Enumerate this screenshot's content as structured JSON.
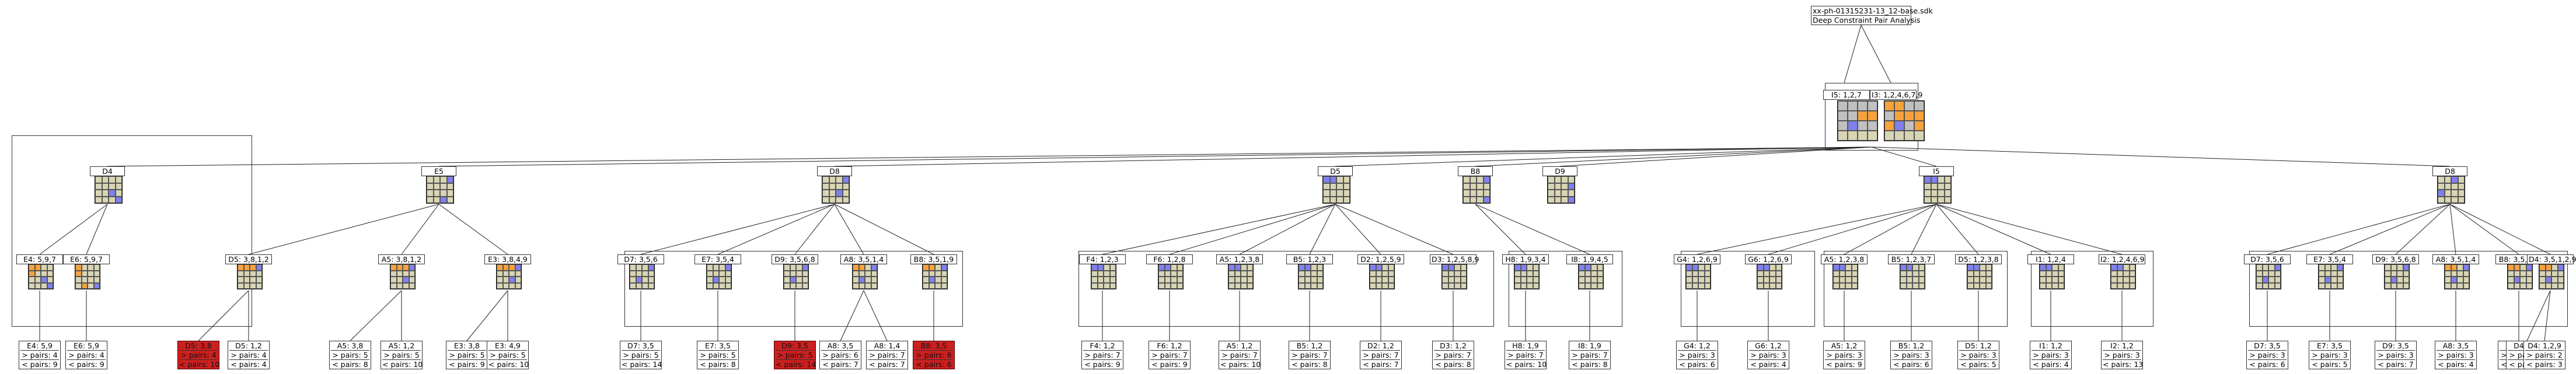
{
  "title_box": {
    "lines": [
      "xx-ph-01315231-13_12-base.sdk",
      "Deep Constraint Pair Analysis"
    ]
  },
  "colors": {
    "blue": "#8080ee",
    "orange": "#f7a23c",
    "red": "#cc1f1f",
    "grey": "#c0c0c0",
    "base": "#d8d5b4"
  },
  "root": [
    {
      "label": "I5: 1,2,7",
      "cells": "ggg.ggg.oog.bgg",
      "nums": ""
    },
    {
      "label": "I3: 1,2,4,6,7,9",
      "cells": "oog.ggo.ooo.bgo",
      "nums": ""
    }
  ],
  "level1": [
    {
      "label": "D4",
      "cells": "....|....|..b.|...b",
      "nums": ""
    },
    {
      "label": "E5",
      "cells": "...b|....|....|..b.",
      "nums": "......3.......8."
    },
    {
      "label": "D8",
      "cells": "...b|....|..b.|....",
      "nums": "...2..............."
    },
    {
      "label": "D5",
      "cells": "bb..|....|....|....",
      "nums": "12.............."
    },
    {
      "label": "B8",
      "cells": "...b|....|....|...b",
      "nums": ""
    },
    {
      "label": "D9",
      "cells": "....|...b|....|...b",
      "nums": ""
    },
    {
      "label": "I5",
      "cells": "bb..|....|....|....",
      "nums": "12.............."
    },
    {
      "label": "D8",
      "cells": "..b.|....|b...|....",
      "nums": ""
    }
  ],
  "level2": [
    {
      "label": "E4: 5,9,7",
      "cells": "oo..|o...|..b.|...b",
      "nums": ""
    },
    {
      "label": "E6: 5,9,7",
      "cells": "o...|o...|....|.o.b",
      "nums": ""
    },
    {
      "label": "D5: 3,8,1,2",
      "cells": "ooob|....|....|....",
      "nums": ""
    },
    {
      "label": "A5: 3,8,1,2",
      "cells": "ooob|....|..b.|....",
      "nums": ""
    },
    {
      "label": "E3: 3,8,4,9",
      "cells": "ooob|....|..b.|....",
      "nums": ""
    },
    {
      "label": "D7: 3,5,6",
      "cells": "...b|....|.b..|....",
      "nums": ""
    },
    {
      "label": "E7: 3,5,4",
      "cells": "...b|....|.b..|....",
      "nums": ""
    },
    {
      "label": "D9: 3,5,6,8",
      "cells": "...b|....|.b..|....",
      "nums": ""
    },
    {
      "label": "A8: 3,5,1,4",
      "cells": "oo.b|....|.b..|....",
      "nums": ""
    },
    {
      "label": "B8: 3,5,1,9",
      "cells": "oo.b|....|.b..|....",
      "nums": ""
    },
    {
      "label": "F4: 1,2,3",
      "cells": "bb..|....|....|....",
      "nums": ""
    },
    {
      "label": "F6: 1,2,8",
      "cells": "bb..|....|....|....",
      "nums": ""
    },
    {
      "label": "A5: 1,2,3,8",
      "cells": "bb..|....|....|....",
      "nums": ""
    },
    {
      "label": "B5: 1,2,3",
      "cells": "bb..|....|....|....",
      "nums": ""
    },
    {
      "label": "D2: 1,2,5,9",
      "cells": "bb..|....|....|....",
      "nums": ""
    },
    {
      "label": "D3: 1,2,5,8,9",
      "cells": "bb..|....|....|....",
      "nums": ""
    },
    {
      "label": "H8: 1,9,3,4",
      "cells": "bb..|....|....|....",
      "nums": ""
    },
    {
      "label": "I8: 1,9,4,5",
      "cells": "bb..|....|....|....",
      "nums": ""
    },
    {
      "label": "G4: 1,2,6,9",
      "cells": "bb..|....|....|....",
      "nums": ""
    },
    {
      "label": "G6: 1,2,6,9",
      "cells": "bb..|....|....|....",
      "nums": ""
    },
    {
      "label": "A5: 1,2,3,8",
      "cells": "bb..|....|....|....",
      "nums": ""
    },
    {
      "label": "B5: 1,2,3,7",
      "cells": "bb..|....|....|....",
      "nums": ""
    },
    {
      "label": "D5: 1,2,3,8",
      "cells": "bb..|....|....|....",
      "nums": ""
    },
    {
      "label": "I1: 1,2,4",
      "cells": "bb..|....|....|....",
      "nums": ""
    },
    {
      "label": "I2: 1,2,4,6,9",
      "cells": "bb..|....|....|....",
      "nums": ""
    },
    {
      "label": "D7: 3,5,6",
      "cells": "...b|....|.b..|....",
      "nums": ""
    },
    {
      "label": "E7: 3,5,4",
      "cells": "...b|....|.b..|....",
      "nums": ""
    },
    {
      "label": "D9: 3,5,6,8",
      "cells": "...b|....|.b..|....",
      "nums": ""
    },
    {
      "label": "A8: 3,5,1,4",
      "cells": "oo.b|....|.b..|....",
      "nums": ""
    },
    {
      "label": "B8: 3,5,1,9",
      "cells": "oo.b|....|.b..|....",
      "nums": ""
    },
    {
      "label": "D4: 3,5,1,2,9",
      "cells": "oo.b|....|.b..|....",
      "nums": ""
    }
  ],
  "leaves": [
    {
      "label": "E4: 5,9",
      "pairs": "> pairs: 4",
      "less": "< pairs: 9",
      "bad": false
    },
    {
      "label": "E6: 5,9",
      "pairs": "> pairs: 4",
      "less": "< pairs: 9",
      "bad": false
    },
    {
      "label": "D5: 3,8",
      "pairs": "> pairs: 4",
      "less": "< pairs: 10",
      "bad": true
    },
    {
      "label": "D5: 1,2",
      "pairs": "> pairs: 4",
      "less": "< pairs: 4",
      "bad": false
    },
    {
      "label": "A5: 3,8",
      "pairs": "> pairs: 5",
      "less": "< pairs: 8",
      "bad": false
    },
    {
      "label": "A5: 1,2",
      "pairs": "> pairs: 5",
      "less": "< pairs: 10",
      "bad": false
    },
    {
      "label": "E3: 3,8",
      "pairs": "> pairs: 5",
      "less": "< pairs: 9",
      "bad": false
    },
    {
      "label": "E3: 4,9",
      "pairs": "> pairs: 5",
      "less": "< pairs: 10",
      "bad": false
    },
    {
      "label": "D7: 3,5",
      "pairs": "> pairs: 5",
      "less": "< pairs: 14",
      "bad": false
    },
    {
      "label": "E7: 3,5",
      "pairs": "> pairs: 5",
      "less": "< pairs: 8",
      "bad": false
    },
    {
      "label": "D9: 3,5",
      "pairs": "> pairs: 5",
      "less": "< pairs: 14",
      "bad": true
    },
    {
      "label": "A8: 3,5",
      "pairs": "> pairs: 6",
      "less": "< pairs: 7",
      "bad": false
    },
    {
      "label": "A8: 1,4",
      "pairs": "> pairs: 7",
      "less": "< pairs: 7",
      "bad": false
    },
    {
      "label": "B8: 3,5",
      "pairs": "> pairs: 6",
      "less": "< pairs: 6",
      "bad": true
    },
    {
      "label": "F4: 1,2",
      "pairs": "> pairs: 7",
      "less": "< pairs: 9",
      "bad": false
    },
    {
      "label": "F6: 1,2",
      "pairs": "> pairs: 7",
      "less": "< pairs: 9",
      "bad": false
    },
    {
      "label": "A5: 1,2",
      "pairs": "> pairs: 7",
      "less": "< pairs: 10",
      "bad": false
    },
    {
      "label": "B5: 1,2",
      "pairs": "> pairs: 7",
      "less": "< pairs: 8",
      "bad": false
    },
    {
      "label": "D2: 1,2",
      "pairs": "> pairs: 7",
      "less": "< pairs: 7",
      "bad": false
    },
    {
      "label": "D3: 1,2",
      "pairs": "> pairs: 7",
      "less": "< pairs: 8",
      "bad": false
    },
    {
      "label": "H8: 1,9",
      "pairs": "> pairs: 7",
      "less": "< pairs: 10",
      "bad": false
    },
    {
      "label": "I8: 1,9",
      "pairs": "> pairs: 7",
      "less": "< pairs: 8",
      "bad": false
    },
    {
      "label": "G4: 1,2",
      "pairs": "> pairs: 3",
      "less": "< pairs: 6",
      "bad": false
    },
    {
      "label": "G6: 1,2",
      "pairs": "> pairs: 3",
      "less": "< pairs: 4",
      "bad": false
    },
    {
      "label": "A5: 1,2",
      "pairs": "> pairs: 3",
      "less": "< pairs: 9",
      "bad": false
    },
    {
      "label": "B5: 1,2",
      "pairs": "> pairs: 3",
      "less": "< pairs: 6",
      "bad": false
    },
    {
      "label": "D5: 1,2",
      "pairs": "> pairs: 3",
      "less": "< pairs: 5",
      "bad": false
    },
    {
      "label": "I1: 1,2",
      "pairs": "> pairs: 3",
      "less": "< pairs: 4",
      "bad": false
    },
    {
      "label": "I2: 1,2",
      "pairs": "> pairs: 3",
      "less": "< pairs: 13",
      "bad": false
    },
    {
      "label": "D7: 3,5",
      "pairs": "> pairs: 3",
      "less": "< pairs: 6",
      "bad": false
    },
    {
      "label": "E7: 3,5",
      "pairs": "> pairs: 3",
      "less": "< pairs: 5",
      "bad": false
    },
    {
      "label": "D9: 3,5",
      "pairs": "> pairs: 3",
      "less": "< pairs: 7",
      "bad": false
    },
    {
      "label": "A8: 3,5",
      "pairs": "> pairs: 3",
      "less": "< pairs: 4",
      "bad": false
    },
    {
      "label": "B8: 3,5",
      "pairs": "> pairs: 3",
      "less": "< pairs: 6",
      "bad": false
    },
    {
      "label": "D4: 3,5",
      "pairs": "> pairs: 3",
      "less": "< pairs: 8",
      "bad": false
    },
    {
      "label": "D4: 1,2,9",
      "pairs": "> pairs: 2",
      "less": "< pairs: 3",
      "bad": false
    }
  ]
}
